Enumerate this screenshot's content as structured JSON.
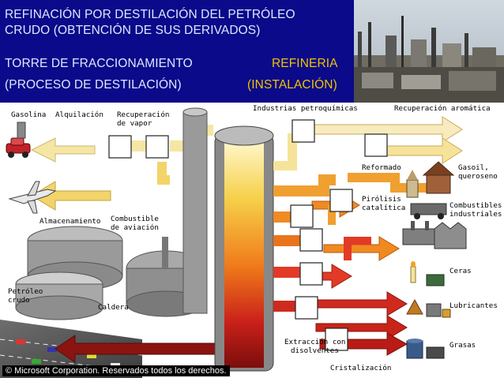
{
  "header": {
    "title_line1": "REFINACIÓN POR DESTILACIÓN DEL PETRÓLEO",
    "title_line2": "CRUDO (OBTENCIÓN DE SUS DERIVADOS)",
    "left_line1": "TORRE DE FRACCIONAMIENTO",
    "left_line2": "(PROCESO DE DESTILACIÓN)",
    "right_line1": "REFINERIA",
    "right_line2": "(INSTALACIÓN)"
  },
  "labels": {
    "gasolina": "Gasolina",
    "alquilacion": "Alquilación",
    "recuperacion_vapor_1": "Recuperación",
    "recuperacion_vapor_2": "de vapor",
    "industrias": "Industrias petroquímicas",
    "recuperacion_aromatica": "Recuperación aromática",
    "reformado": "Reformado",
    "gasoil_1": "Gasoil,",
    "gasoil_2": "queroseno",
    "almacenamiento": "Almacenamiento",
    "combustible_aviacion_1": "Combustible",
    "combustible_aviacion_2": "de aviación",
    "pirolisis_1": "Pirólisis",
    "pirolisis_2": "catalítica",
    "combustibles_ind_1": "Combustibles",
    "combustibles_ind_2": "industriales",
    "petroleo_1": "Petróleo",
    "petroleo_2": "crudo",
    "caldera": "Caldera",
    "ceras": "Ceras",
    "lubricantes": "Lubricantes",
    "extraccion_1": "Extracción con",
    "extraccion_2": "disolventes",
    "grasas": "Grasas",
    "cristalizacion": "Cristalización"
  },
  "footer": {
    "copyright": "© Microsoft Corporation. Reservados todos los derechos."
  },
  "colors": {
    "header_bg": "#0a0a8a",
    "header_text": "#dfe6ff",
    "right_text": "#f2c200"
  }
}
